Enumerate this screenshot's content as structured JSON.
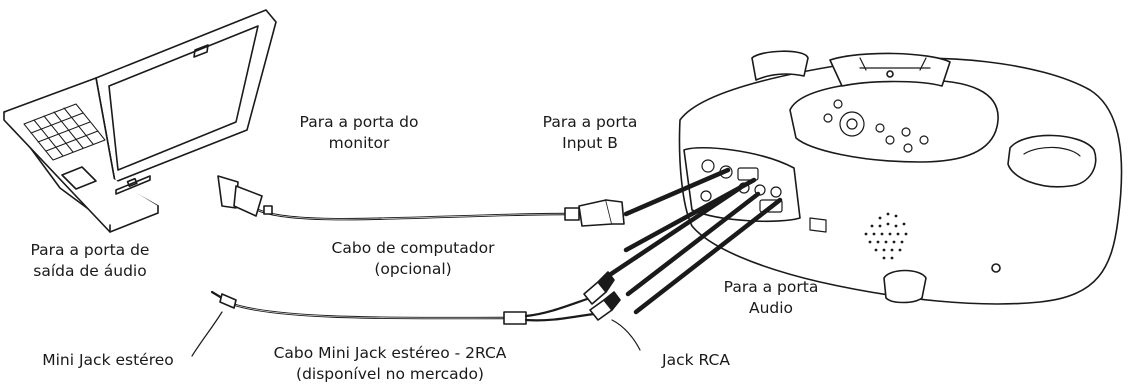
{
  "labels": {
    "monitor_port": [
      "Para a porta do",
      "monitor"
    ],
    "input_b": [
      "Para a porta",
      "Input B"
    ],
    "audio_out": [
      "Para a porta de",
      "saída de áudio"
    ],
    "computer_cable": [
      "Cabo de computador",
      "(opcional)"
    ],
    "audio_port": [
      "Para a porta",
      "Audio"
    ],
    "mini_jack": "Mini Jack estéreo",
    "mini_jack_cable": [
      "Cabo Mini Jack estéreo - 2RCA",
      "(disponível no mercado)"
    ],
    "rca_jack": "Jack RCA"
  }
}
